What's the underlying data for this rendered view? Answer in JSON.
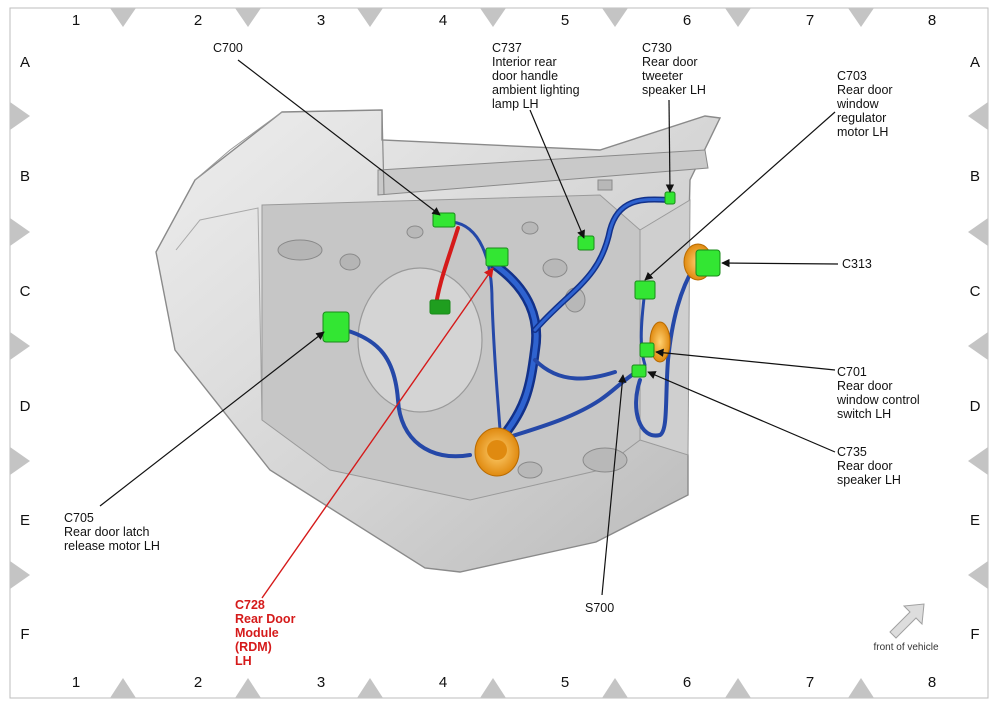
{
  "grid": {
    "columns": [
      "1",
      "2",
      "3",
      "4",
      "5",
      "6",
      "7",
      "8"
    ],
    "rows": [
      "A",
      "B",
      "C",
      "D",
      "E",
      "F"
    ]
  },
  "callouts": {
    "c700": {
      "id": "C700"
    },
    "c737": {
      "id": "C737",
      "lines": [
        "Interior rear",
        "door handle",
        "ambient lighting",
        "lamp LH"
      ]
    },
    "c730": {
      "id": "C730",
      "lines": [
        "Rear door",
        "tweeter",
        "speaker LH"
      ]
    },
    "c703": {
      "id": "C703",
      "lines": [
        "Rear door",
        "window",
        "regulator",
        "motor LH"
      ]
    },
    "c313": {
      "id": "C313"
    },
    "c701": {
      "id": "C701",
      "lines": [
        "Rear door",
        "window control",
        "switch LH"
      ]
    },
    "c735": {
      "id": "C735",
      "lines": [
        "Rear door",
        "speaker LH"
      ]
    },
    "c705": {
      "id": "C705",
      "lines": [
        "Rear door latch",
        "release motor LH"
      ]
    },
    "s700": {
      "id": "S700"
    },
    "c728": {
      "id": "C728",
      "lines": [
        "Rear Door",
        "Module",
        "(RDM)",
        "LH"
      ]
    }
  },
  "orientation": {
    "label": "front of vehicle"
  },
  "colors": {
    "connector": "#33e633",
    "harness": "#1f4fb3",
    "grommet": "#f5a020",
    "highlight": "#d51a1a",
    "door_panel": "#d9d9d9"
  }
}
